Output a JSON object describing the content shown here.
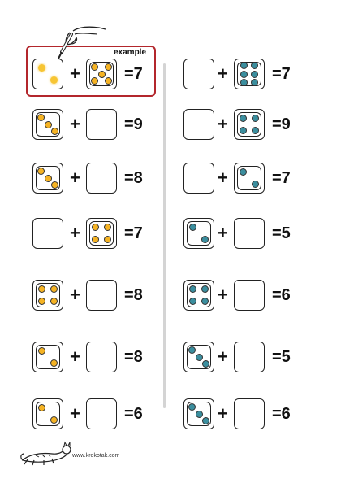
{
  "example_label": "example",
  "footer": {
    "url": "www.krokotak.com"
  },
  "symbols": {
    "plus": "+"
  },
  "colors": {
    "yellow": "#f5b324",
    "teal": "#3b8e9e",
    "example_yellow": "#f7c533"
  },
  "exercises": {
    "left": [
      {
        "equals": "=7",
        "a": 2,
        "b": 5,
        "example": true
      },
      {
        "equals": "=9",
        "a": 3,
        "b": null
      },
      {
        "equals": "=8",
        "a": 3,
        "b": null
      },
      {
        "equals": "=7",
        "a": null,
        "b": 4
      },
      {
        "equals": "=8",
        "a": 4,
        "b": null
      },
      {
        "equals": "=8",
        "a": 2,
        "b": null
      },
      {
        "equals": "=6",
        "a": 2,
        "b": null
      }
    ],
    "right": [
      {
        "equals": "=7",
        "a": null,
        "b": 6
      },
      {
        "equals": "=9",
        "a": null,
        "b": 4
      },
      {
        "equals": "=7",
        "a": null,
        "b": 2
      },
      {
        "equals": "=5",
        "a": 2,
        "b": null
      },
      {
        "equals": "=6",
        "a": 4,
        "b": null
      },
      {
        "equals": "=5",
        "a": 3,
        "b": null
      },
      {
        "equals": "=6",
        "a": 3,
        "b": null
      }
    ]
  }
}
